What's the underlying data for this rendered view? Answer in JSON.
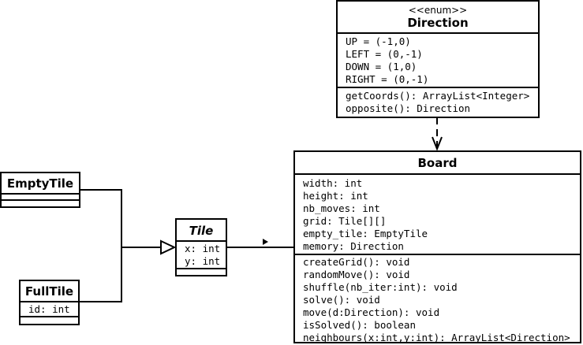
{
  "classes": {
    "direction": {
      "stereotype": "<<enum>>",
      "name": "Direction",
      "values": [
        "UP = (-1,0)",
        "LEFT = (0,-1)",
        "DOWN = (1,0)",
        "RIGHT = (0,-1)"
      ],
      "methods": [
        "getCoords(): ArrayList<Integer>",
        "opposite(): Direction"
      ]
    },
    "board": {
      "name": "Board",
      "attributes": [
        "width: int",
        "height: int",
        "nb_moves: int",
        "grid: Tile[][]",
        "empty_tile: EmptyTile",
        "memory: Direction"
      ],
      "methods": [
        "createGrid(): void",
        "randomMove(): void",
        "shuffle(nb_iter:int): void",
        "solve(): void",
        "move(d:Direction): void",
        "isSolved(): boolean",
        "neighbours(x:int,y:int): ArrayList<Direction>"
      ]
    },
    "tile": {
      "name": "Tile",
      "attributes": [
        "x: int",
        "y: int"
      ]
    },
    "empty_tile": {
      "name": "EmptyTile"
    },
    "full_tile": {
      "name": "FullTile",
      "attributes": [
        "id: int"
      ]
    }
  }
}
